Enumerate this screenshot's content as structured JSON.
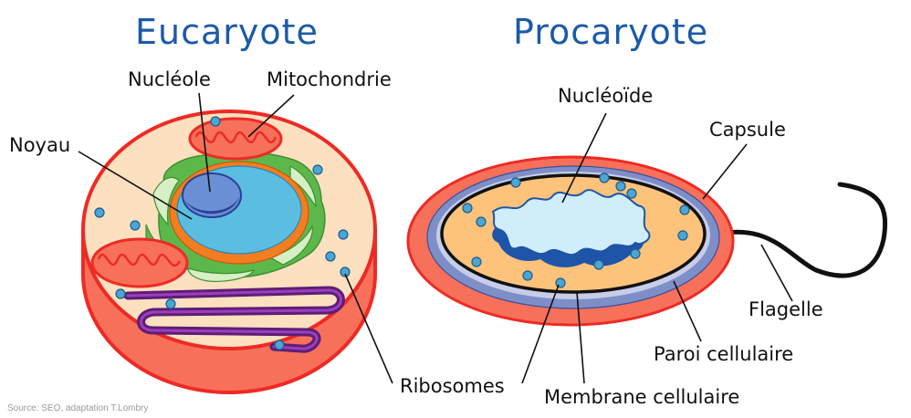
{
  "titles": {
    "eukaryote": "Eucaryote",
    "prokaryote": "Procaryote"
  },
  "labels": {
    "nucleolus": "Nucléole",
    "mitochondria": "Mitochondrie",
    "nucleus": "Noyau",
    "nucleoid": "Nucléoïde",
    "capsule": "Capsule",
    "flagellum": "Flagelle",
    "cell_wall": "Paroi cellulaire",
    "ribosomes": "Ribosomes",
    "cell_membrane": "Membrane cellulaire"
  },
  "source": "Source: SEO, adaptation T.Lombry",
  "colors": {
    "title": "#1c5aa8",
    "outline": "#ee2a24",
    "cytoplasm": "#fde0c0",
    "cell_side": "#f7705a",
    "nucleus": "#5bbde0",
    "nucleolus": "#6b8fd4",
    "nuclear_envelope": "#f47d20",
    "er": "#5cb84a",
    "golgi": "#5b1f74",
    "ribosome": "#4aa6d3",
    "capsule": "#f7705a",
    "cell_wall": "#7e8fc8",
    "membrane": "#c7cde8",
    "proka_cytoplasm": "#fdc37b",
    "nucleoid": "#cfeefa",
    "nucleoid_dark": "#1f55a8"
  }
}
